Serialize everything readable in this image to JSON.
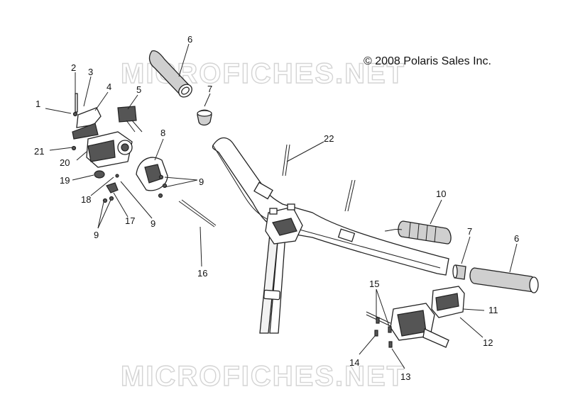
{
  "copyright": "© 2008 Polaris Sales Inc.",
  "watermark": "MICROFICHES.NET",
  "callouts": [
    {
      "id": "c1",
      "label": "1"
    },
    {
      "id": "c2",
      "label": "2"
    },
    {
      "id": "c3",
      "label": "3"
    },
    {
      "id": "c4",
      "label": "4"
    },
    {
      "id": "c5",
      "label": "5"
    },
    {
      "id": "c6a",
      "label": "6"
    },
    {
      "id": "c6b",
      "label": "6"
    },
    {
      "id": "c7a",
      "label": "7"
    },
    {
      "id": "c7b",
      "label": "7"
    },
    {
      "id": "c8",
      "label": "8"
    },
    {
      "id": "c9a",
      "label": "9"
    },
    {
      "id": "c9b",
      "label": "9"
    },
    {
      "id": "c9c",
      "label": "9"
    },
    {
      "id": "c10",
      "label": "10"
    },
    {
      "id": "c11",
      "label": "11"
    },
    {
      "id": "c12",
      "label": "12"
    },
    {
      "id": "c13",
      "label": "13"
    },
    {
      "id": "c14",
      "label": "14"
    },
    {
      "id": "c15",
      "label": "15"
    },
    {
      "id": "c16",
      "label": "16"
    },
    {
      "id": "c17",
      "label": "17"
    },
    {
      "id": "c18",
      "label": "18"
    },
    {
      "id": "c19",
      "label": "19"
    },
    {
      "id": "c20",
      "label": "20"
    },
    {
      "id": "c21",
      "label": "21"
    },
    {
      "id": "c22",
      "label": "22"
    }
  ]
}
